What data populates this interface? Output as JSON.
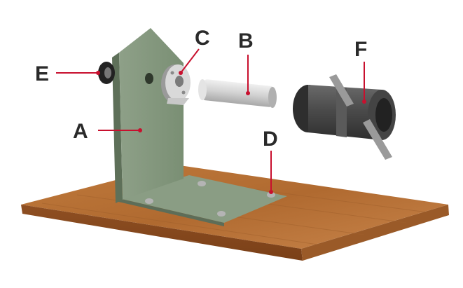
{
  "colors": {
    "accent_red": "#c8102e",
    "label_text": "#2a2a2a",
    "bracket_green": "#7d9478",
    "wood": "#b8733a",
    "part_gray": "#d8d8d8",
    "cylinder_dark": "#4a4a4a"
  },
  "callouts": [
    {
      "id": "A",
      "text": "A",
      "part": "mounting-bracket"
    },
    {
      "id": "B",
      "text": "B",
      "part": "shaft-pin"
    },
    {
      "id": "C",
      "text": "C",
      "part": "flanged-bushing"
    },
    {
      "id": "D",
      "text": "D",
      "part": "mounting-screw"
    },
    {
      "id": "E",
      "text": "E",
      "part": "washer"
    },
    {
      "id": "F",
      "text": "F",
      "part": "handle-cylinder"
    }
  ]
}
